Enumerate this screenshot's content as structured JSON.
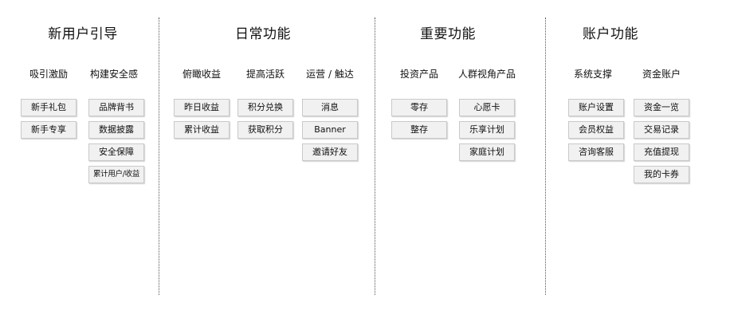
{
  "sections": [
    {
      "title": "新用户引导",
      "categories": [
        {
          "title": "吸引激励",
          "items": [
            "新手礼包",
            "新手专享"
          ]
        },
        {
          "title": "构建安全感",
          "items": [
            "品牌背书",
            "数据披露",
            "安全保障",
            "累计用户/收益"
          ]
        }
      ]
    },
    {
      "title": "日常功能",
      "categories": [
        {
          "title": "俯瞰收益",
          "items": [
            "昨日收益",
            "累计收益"
          ]
        },
        {
          "title": "提高活跃",
          "items": [
            "积分兑换",
            "获取积分"
          ]
        },
        {
          "title": "运营 / 触达",
          "items": [
            "消息",
            "Banner",
            "邀请好友"
          ]
        }
      ]
    },
    {
      "title": "重要功能",
      "categories": [
        {
          "title": "投资产品",
          "items": [
            "零存",
            "整存"
          ]
        },
        {
          "title": "人群视角产品",
          "items": [
            "心愿卡",
            "乐享计划",
            "家庭计划"
          ]
        }
      ]
    },
    {
      "title": "账户功能",
      "categories": [
        {
          "title": "系统支撑",
          "items": [
            "账户设置",
            "会员权益",
            "咨询客服"
          ]
        },
        {
          "title": "资金账户",
          "items": [
            "资金一览",
            "交易记录",
            "充值提现",
            "我的卡券"
          ]
        }
      ]
    }
  ]
}
